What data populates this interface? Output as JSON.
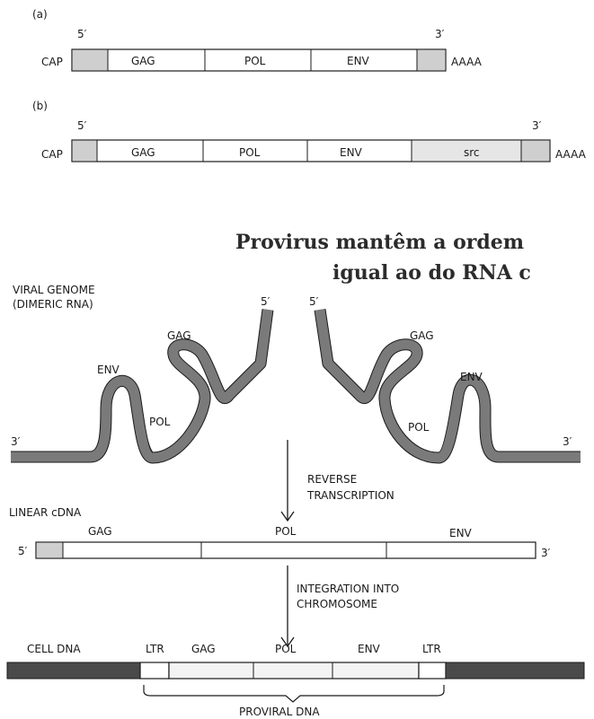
{
  "panel_a": {
    "label": "(a)",
    "five_prime": "5′",
    "three_prime": "3′",
    "cap": "CAP",
    "polya": "AAAA",
    "segments": [
      "GAG",
      "POL",
      "ENV"
    ]
  },
  "panel_b": {
    "label": "(b)",
    "five_prime": "5′",
    "three_prime": "3′",
    "cap": "CAP",
    "polya": "AAAA",
    "segments": [
      "GAG",
      "POL",
      "ENV",
      "src"
    ]
  },
  "title": {
    "line1": "Provirus mantêm a ordem",
    "line2": "igual ao do RNA c"
  },
  "genome": {
    "label_line1": "VIRAL GENOME",
    "label_line2": "(DIMERIC RNA)",
    "left": {
      "five_prime": "5′",
      "three_prime": "3′",
      "gag": "GAG",
      "env": "ENV",
      "pol": "POL"
    },
    "right": {
      "five_prime": "5′",
      "three_prime": "3′",
      "gag": "GAG",
      "env": "ENV",
      "pol": "POL"
    }
  },
  "step1": {
    "line1": "REVERSE",
    "line2": "TRANSCRIPTION"
  },
  "cdna": {
    "label": "LINEAR cDNA",
    "five_prime": "5′",
    "three_prime": "3′",
    "gag": "GAG",
    "pol": "POL",
    "env": "ENV"
  },
  "step2": {
    "line1": "INTEGRATION INTO",
    "line2": "CHROMOSOME"
  },
  "provirus": {
    "cell_dna": "CELL DNA",
    "ltr_left": "LTR",
    "gag": "GAG",
    "pol": "POL",
    "env": "ENV",
    "ltr_right": "LTR",
    "bracket_label": "PROVIRAL DNA"
  }
}
